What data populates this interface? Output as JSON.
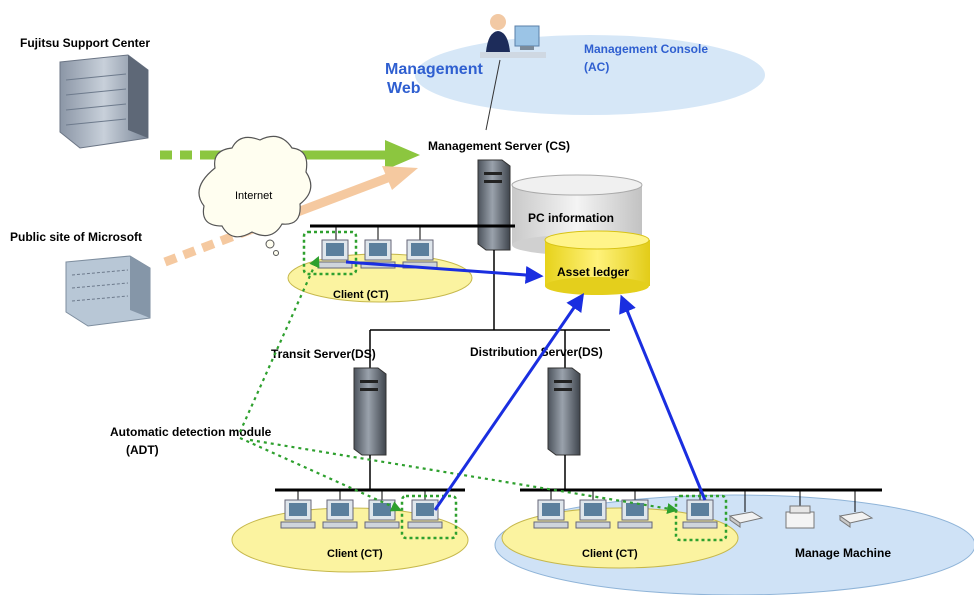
{
  "labels": {
    "support_center": "Fujitsu Support Center",
    "microsoft": "Public site of Microsoft",
    "internet": "Internet",
    "mgmt_web_1": "Management",
    "mgmt_web_2": "Web",
    "mgmt_console_1": "Management Console",
    "mgmt_console_2": "(AC)",
    "mgmt_server": "Management Server (CS)",
    "pc_info": "PC information",
    "asset_ledger": "Asset ledger",
    "client_top": "Client (CT)",
    "transit_server": "Transit Server(DS)",
    "distribution_server": "Distribution Server(DS)",
    "adt_1": "Automatic detection module",
    "adt_2": "(ADT)",
    "client_left": "Client (CT)",
    "client_right": "Client (CT)",
    "manage_machine": "Manage Machine"
  },
  "colors": {
    "green_arrow": "#8cc63f",
    "peach_arrow": "#f5c9a0",
    "blue_arrow": "#1a2ee0",
    "dotted_green": "#2ea02e",
    "client_zone": "#fbf3a0",
    "manage_zone": "#cfe2f6",
    "console_zone": "#d6e7f7",
    "ledger": "#f7e94a",
    "label_blue": "#2f5fd0"
  }
}
